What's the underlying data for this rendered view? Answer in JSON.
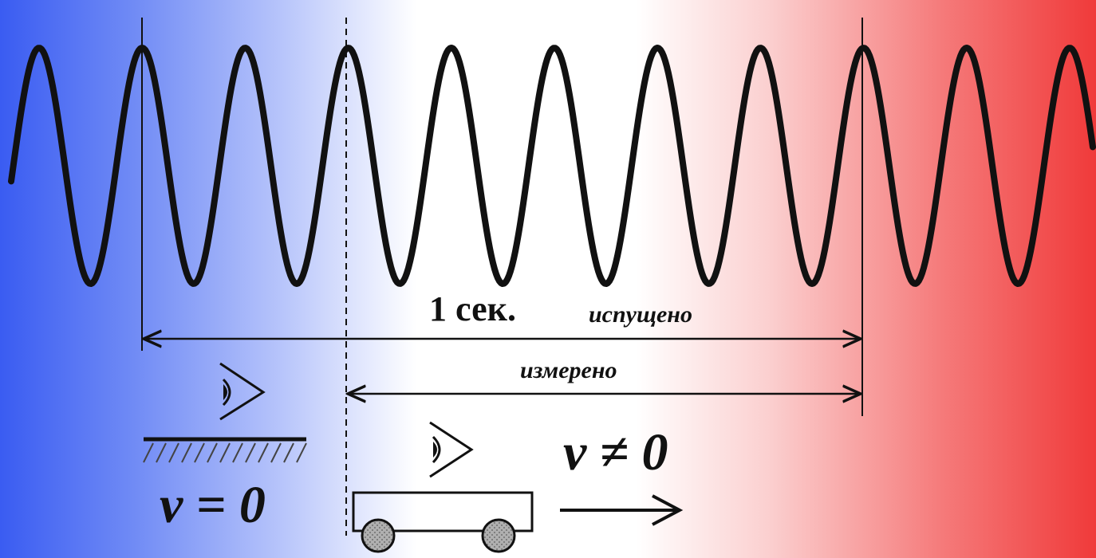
{
  "labels": {
    "duration": "1 сек.",
    "emitted": "испущено",
    "measured": "измерено",
    "observer_at_rest": "v = 0",
    "observer_moving": "v ≠ 0"
  },
  "wave": {
    "crests_visible": 11,
    "crests_emitted_per_second": 7,
    "crests_measured_per_second": 5
  },
  "colors": {
    "wave": "#111111",
    "gradient_left": "#3a5cf2",
    "gradient_right": "#f03a3a",
    "wheel_fill": "#a8a8a8"
  },
  "icons": [
    "eye-icon",
    "eye-icon",
    "ground-hatch",
    "cart",
    "wheel-icon",
    "arrow-right-icon"
  ]
}
